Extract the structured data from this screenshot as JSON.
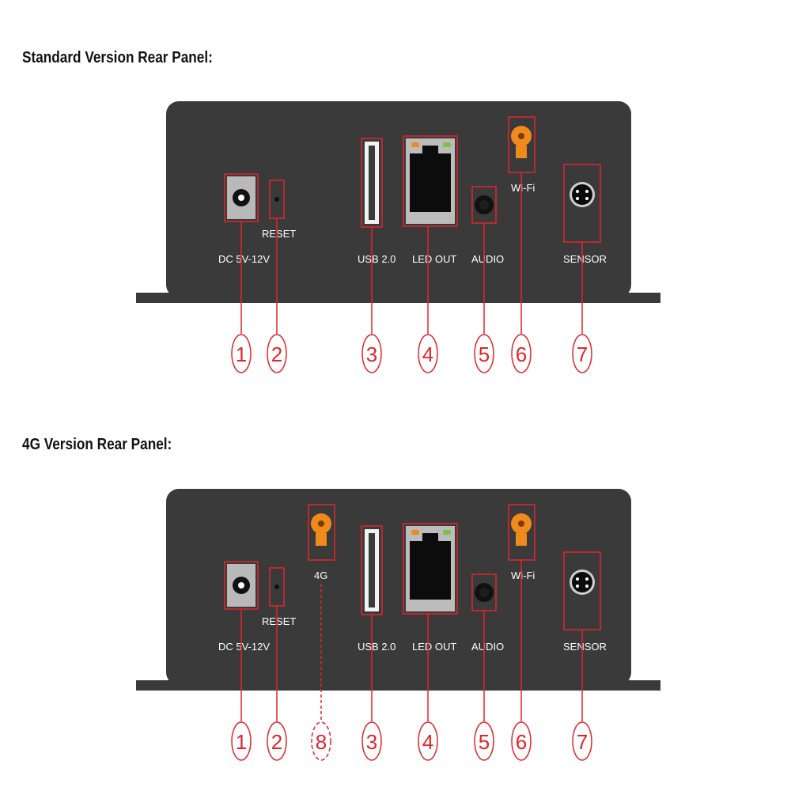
{
  "panels": [
    {
      "title": "Standard Version Rear Panel:",
      "labels": {
        "dc": "DC 5V-12V",
        "reset": "RESET",
        "usb": "USB 2.0",
        "led_out": "LED OUT",
        "audio": "AUDIO",
        "wifi": "Wi-Fi",
        "sensor": "SENSOR"
      },
      "callouts": [
        "1",
        "2",
        "3",
        "4",
        "5",
        "6",
        "7"
      ]
    },
    {
      "title": "4G Version Rear Panel:",
      "labels": {
        "dc": "DC 5V-12V",
        "reset": "RESET",
        "g4": "4G",
        "usb": "USB 2.0",
        "led_out": "LED OUT",
        "audio": "AUDIO",
        "wifi": "Wi-Fi",
        "sensor": "SENSOR"
      },
      "callouts": [
        "1",
        "2",
        "8",
        "3",
        "4",
        "5",
        "6",
        "7"
      ]
    }
  ],
  "colors": {
    "panel": "#3a3a3a",
    "accent": "#e0262b",
    "antenna": "#f08a1c"
  }
}
